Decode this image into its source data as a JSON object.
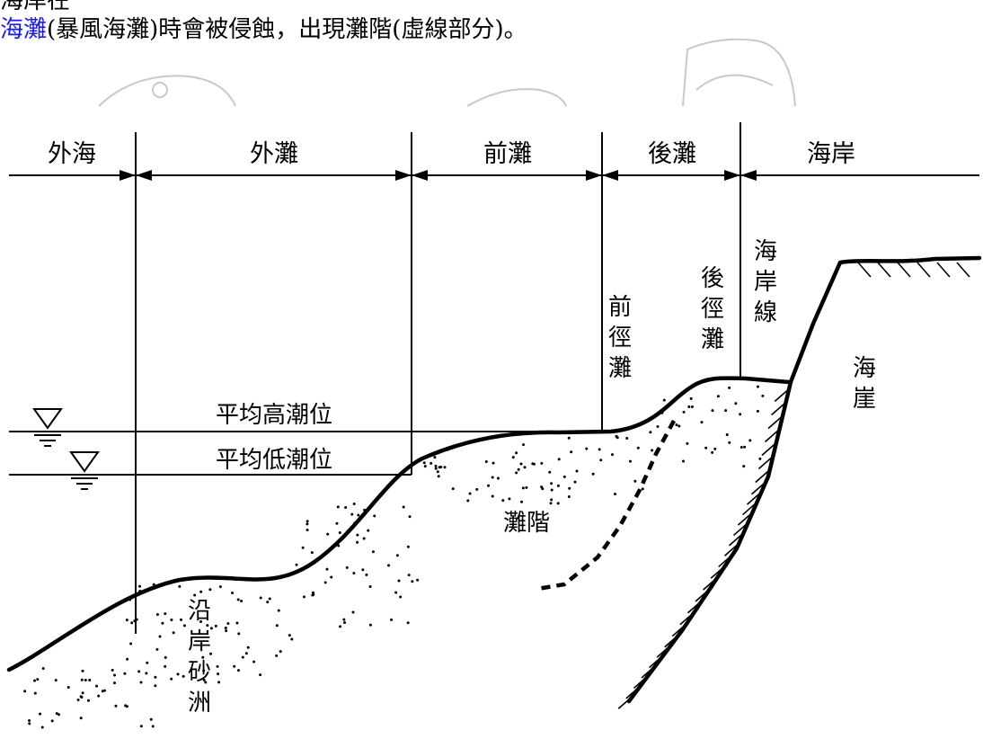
{
  "caption": {
    "line1_fragment": "海岸在",
    "line2_link": "海灘",
    "line2_rest": "(暴風海灘)時會被侵蝕，出現灘階(虛線部分)。"
  },
  "zones": {
    "offshore": "外海",
    "outer_beach": "外灘",
    "foreshore": "前灘",
    "backshore": "後灘",
    "coast": "海岸"
  },
  "features": {
    "foreshore_path": "前\n徑\n灘",
    "backshore_path": "後\n徑\n灘",
    "shoreline": "海\n岸\n線",
    "sea_cliff": "海\n崖",
    "beach_step": "灘階",
    "longshore_bar": "沿\n岸\n砂\n洲"
  },
  "water_levels": {
    "high": "平均高潮位",
    "low": "平均低潮位"
  }
}
